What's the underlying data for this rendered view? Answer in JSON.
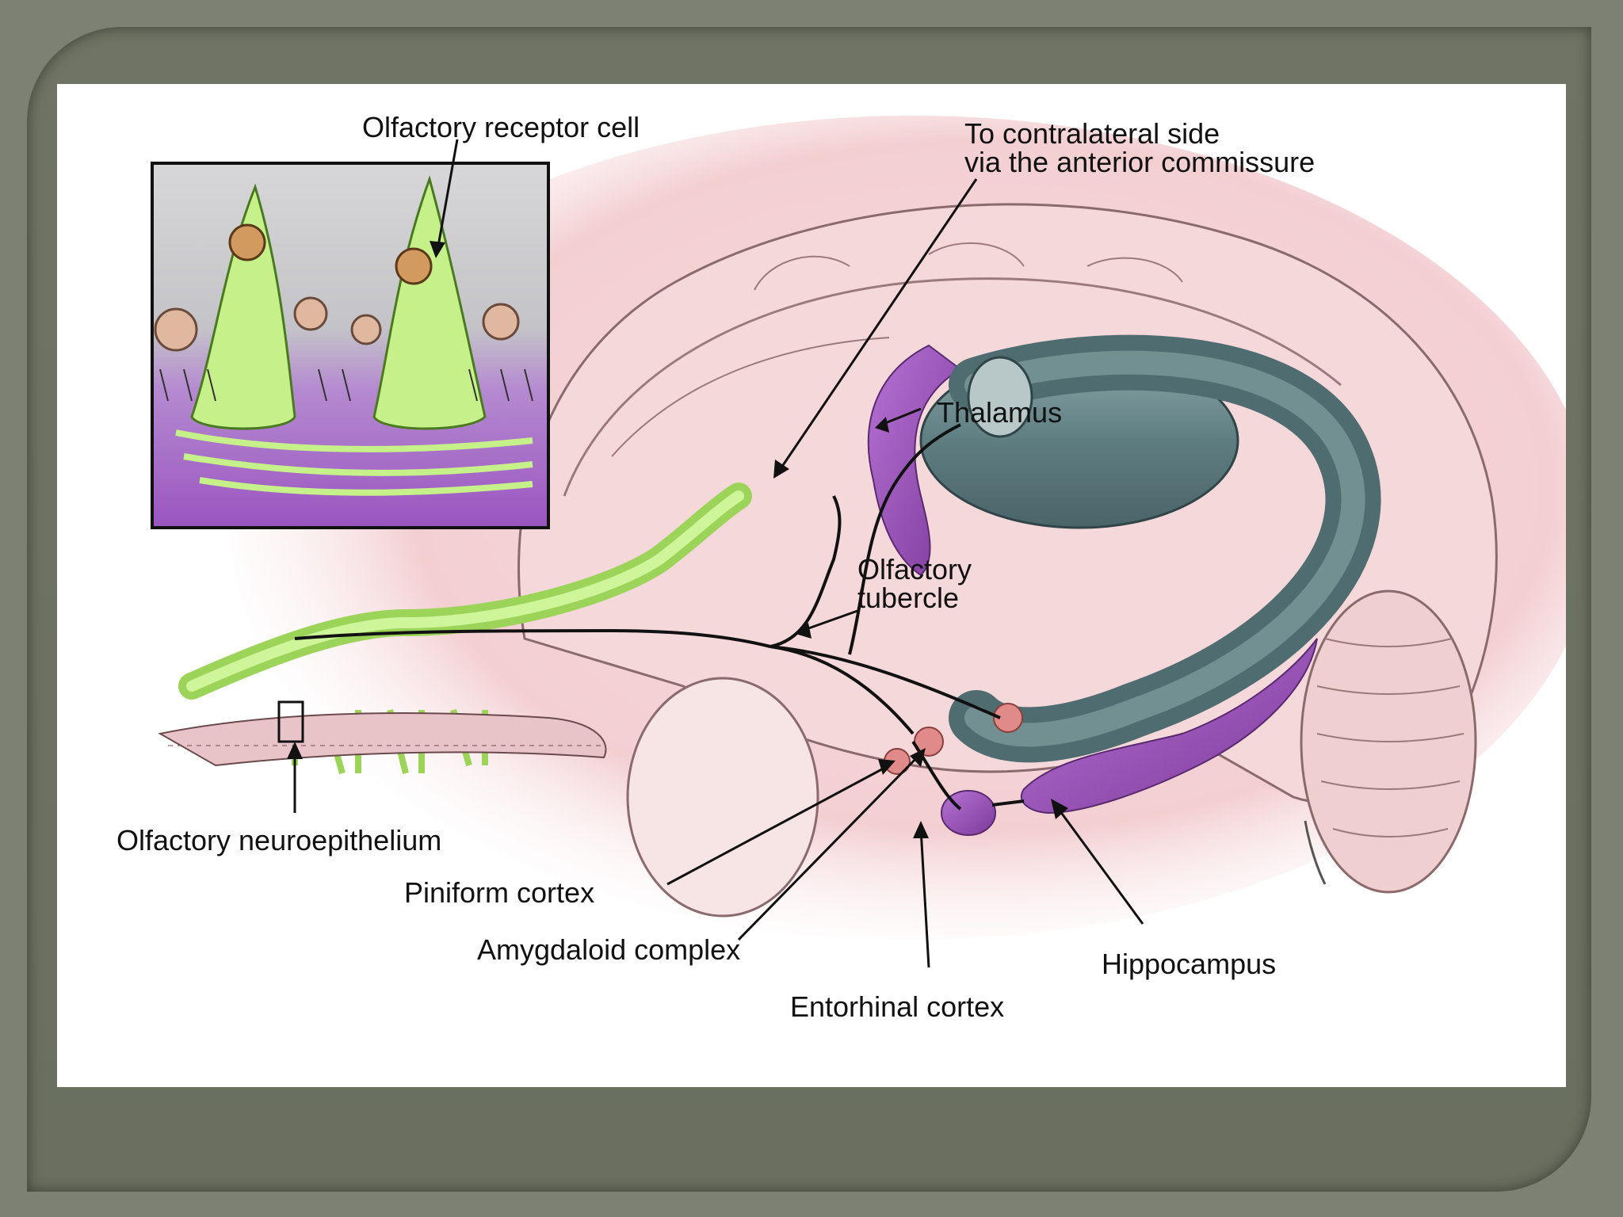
{
  "labels": {
    "olfactory_receptor_cell": "Olfactory receptor cell",
    "contralateral_line1": "To contralateral side",
    "contralateral_line2": "via the anterior commissure",
    "thalamus": "Thalamus",
    "olfactory_tubercle_line1": "Olfactory",
    "olfactory_tubercle_line2": "tubercle",
    "olfactory_neuroepithelium": "Olfactory neuroepithelium",
    "piniform_cortex": "Piniform cortex",
    "amygdaloid_complex": "Amygdaloid complex",
    "entorhinal_cortex": "Entorhinal cortex",
    "hippocampus": "Hippocampus"
  },
  "colors": {
    "frame": "#7c8173",
    "slide_background": "#ffffff",
    "brain_tint": "#f3d4d6",
    "thalamus_fornix": "#6f8f93",
    "limbic_purple": "#9a55b8",
    "olfactory_green": "#bff07a",
    "nuclei_orange": "#d9a16b",
    "tubercle_red": "#e08a8a"
  }
}
